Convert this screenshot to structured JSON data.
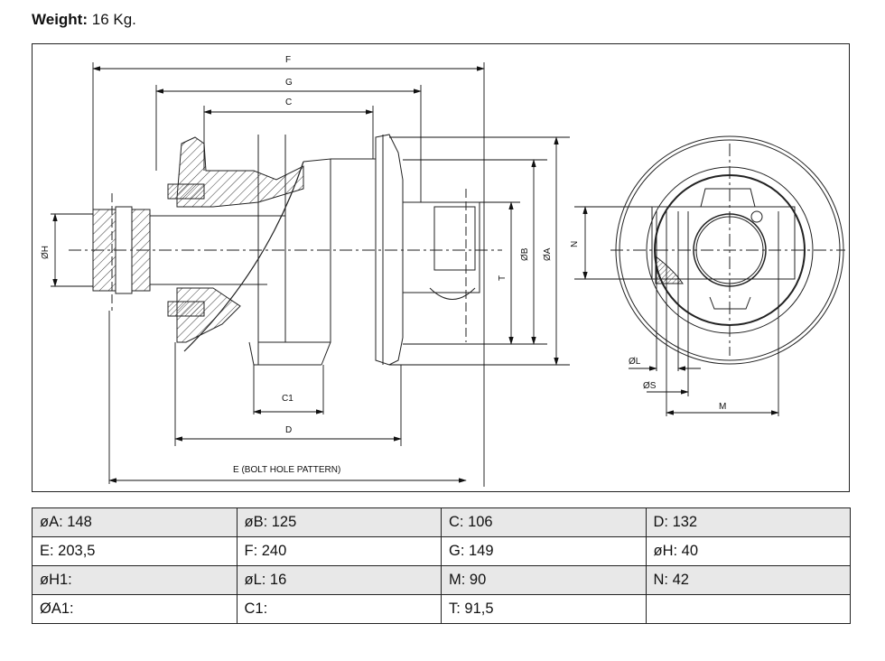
{
  "header": {
    "weight_label": "Weight:",
    "weight_value": "16 Kg."
  },
  "drawing": {
    "side_view_labels": {
      "F": "F",
      "G": "G",
      "C": "C",
      "C1": "C1",
      "D": "D",
      "E": "E (BOLT HOLE PATTERN)",
      "H": "ØH",
      "B": "ØB",
      "A": "ØA",
      "T": "T",
      "N": "N"
    },
    "end_view_labels": {
      "L": "ØL",
      "S": "ØS",
      "M": "M"
    }
  },
  "spec_table": {
    "rows": [
      {
        "shaded": true,
        "cells": [
          "øA: 148",
          "øB: 125",
          "C: 106",
          "D: 132"
        ]
      },
      {
        "shaded": false,
        "cells": [
          "E: 203,5",
          "F: 240",
          "G: 149",
          "øH: 40"
        ]
      },
      {
        "shaded": true,
        "cells": [
          "øH1:",
          "øL: 16",
          "M: 90",
          "N: 42"
        ]
      },
      {
        "shaded": false,
        "cells": [
          "ØA1:",
          "C1:",
          "T: 91,5",
          ""
        ]
      }
    ]
  }
}
